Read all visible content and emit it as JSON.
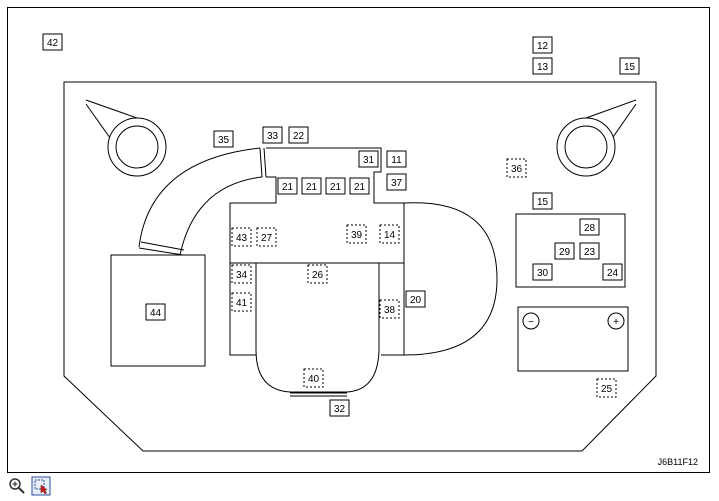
{
  "diagram": {
    "figure_code": "J6B11F12",
    "callouts": {
      "c42": "42",
      "c12": "12",
      "c13": "13",
      "c15a": "15",
      "c35": "35",
      "c33": "33",
      "c22": "22",
      "c31": "31",
      "c11": "11",
      "c21a": "21",
      "c21b": "21",
      "c21c": "21",
      "c21d": "21",
      "c37": "37",
      "c36": "36",
      "c15b": "15",
      "c28": "28",
      "c29": "29",
      "c23": "23",
      "c30": "30",
      "c24": "24",
      "c43": "43",
      "c27": "27",
      "c39": "39",
      "c14": "14",
      "c34": "34",
      "c26": "26",
      "c41": "41",
      "c38": "38",
      "c20": "20",
      "c44": "44",
      "c40": "40",
      "c32": "32",
      "c25": "25"
    },
    "battery": {
      "negative_symbol": "−",
      "positive_symbol": "+"
    }
  },
  "toolbar": {
    "zoom_icon": "zoom-in-icon",
    "select_icon": "select-icon"
  }
}
